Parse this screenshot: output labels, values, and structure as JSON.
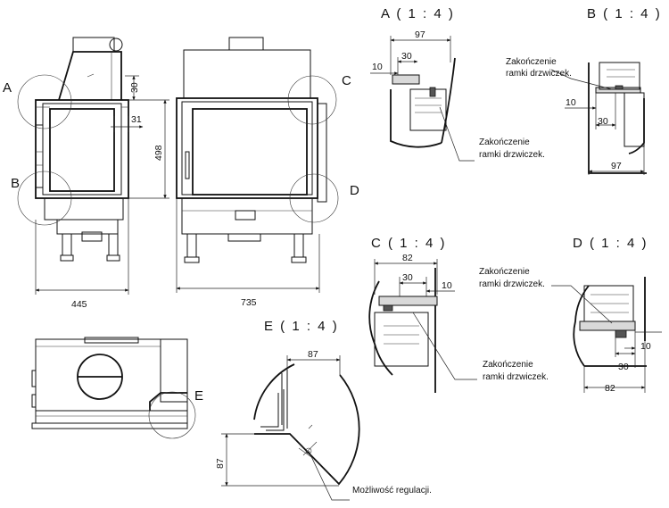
{
  "views": {
    "front": {
      "label_A": "A",
      "label_B": "B",
      "dim_height": "498",
      "dim_30": "30",
      "dim_31": "31",
      "dim_width": "445"
    },
    "side": {
      "label_C": "C",
      "label_D": "D",
      "dim_width": "735"
    },
    "top": {
      "label_E": "E"
    }
  },
  "details": {
    "A": {
      "title": "A ( 1 : 4 )",
      "dim_97": "97",
      "dim_30": "30",
      "dim_10": "10",
      "note_line1": "Zakończenie",
      "note_line2": "ramki drzwiczek."
    },
    "B": {
      "title": "B ( 1 : 4 )",
      "dim_10": "10",
      "dim_30": "30",
      "dim_97": "97",
      "note_line1": "Zakończenie",
      "note_line2": "ramki drzwiczek."
    },
    "C": {
      "title": "C ( 1 : 4 )",
      "dim_82": "82",
      "dim_30": "30",
      "dim_10": "10",
      "note_line1": "Zakończenie",
      "note_line2": "ramki drzwiczek."
    },
    "D": {
      "title": "D ( 1 : 4 )",
      "dim_10": "10",
      "dim_30": "30",
      "dim_82": "82",
      "note_line1": "Zakończenie",
      "note_line2": "ramki drzwiczek."
    },
    "E": {
      "title": "E ( 1 : 4 )",
      "dim_87_top": "87",
      "dim_87_left": "87",
      "note": "Możliwość regulacji."
    }
  }
}
